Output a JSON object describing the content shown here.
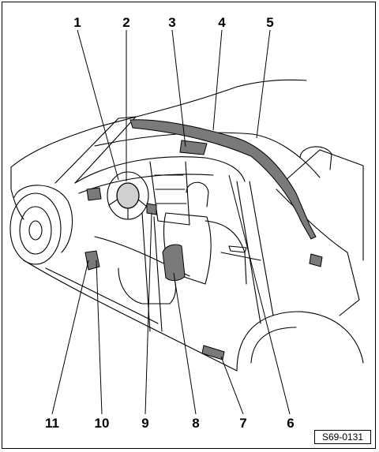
{
  "callouts": {
    "c1": "1",
    "c2": "2",
    "c3": "3",
    "c4": "4",
    "c5": "5",
    "c6": "6",
    "c7": "7",
    "c8": "8",
    "c9": "9",
    "c10": "10",
    "c11": "11"
  },
  "reference_code": "S69-0131",
  "colors": {
    "line": "#000000",
    "background": "#ffffff",
    "part_fill": "#7a7a7a"
  }
}
